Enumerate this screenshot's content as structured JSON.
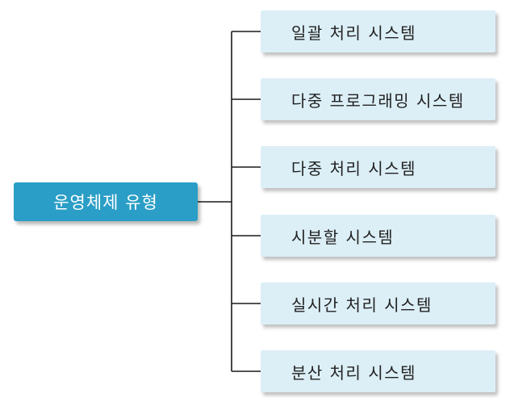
{
  "root": {
    "label": "운영체제 유형"
  },
  "children": [
    {
      "label": "일괄 처리 시스템"
    },
    {
      "label": "다중 프로그래밍 시스템"
    },
    {
      "label": "다중 처리 시스템"
    },
    {
      "label": "시분할 시스템"
    },
    {
      "label": "실시간 처리 시스템"
    },
    {
      "label": "분산 처리 시스템"
    }
  ],
  "colors": {
    "root_fill": "#2a9ec6",
    "child_fill": "#dceff7",
    "connector": "#1a1a1a"
  }
}
